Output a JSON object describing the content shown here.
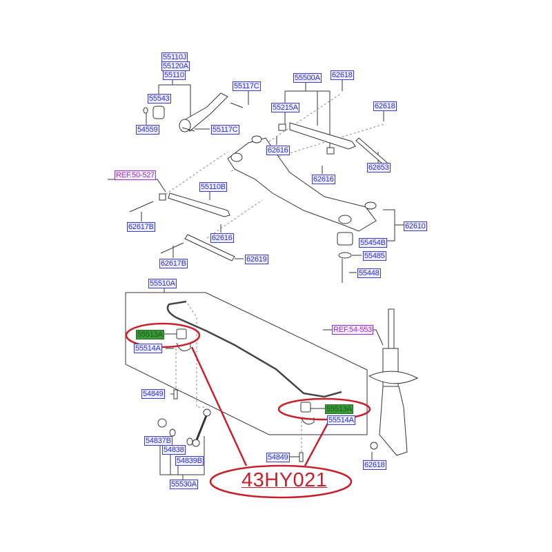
{
  "parts": {
    "p55110J": "55110J",
    "p55120A": "55120A",
    "p55110": "55110",
    "p55543": "55543",
    "p55117C_a": "55117C",
    "p54559": "54559",
    "p55117C_b": "55117C",
    "p55500A": "55500A",
    "p62618_a": "62618",
    "p55215A": "55215A",
    "p62618_b": "62618",
    "p62616_a": "62616",
    "p62653": "62653",
    "p62616_b": "62616",
    "ref50": "REF.50-527",
    "p55110B": "55110B",
    "p62617B_a": "62617B",
    "p62616_c": "62616",
    "p62617B_b": "62617B",
    "p62619": "62619",
    "p62610": "62610",
    "p55454B": "55454B",
    "p55485": "55485",
    "p55448": "55448",
    "p55510A": "55510A",
    "p55513A_a": "55513A",
    "p55514A_a": "55514A",
    "p54849_a": "54849",
    "p55513A_b": "55513A",
    "p55514A_b": "55514A",
    "p54837B": "54837B",
    "p54838": "54838",
    "p54839B": "54839B",
    "p54849_b": "54849",
    "p55530A": "55530A",
    "ref54": "REF.54-553",
    "p62618_c": "62618"
  },
  "annotation": {
    "part_number": "43HY021",
    "color": "#c8202a"
  },
  "colors": {
    "label_border": "#3a3ad0",
    "highlight": "#3a9a3a",
    "ref": "#9a2bd0"
  }
}
